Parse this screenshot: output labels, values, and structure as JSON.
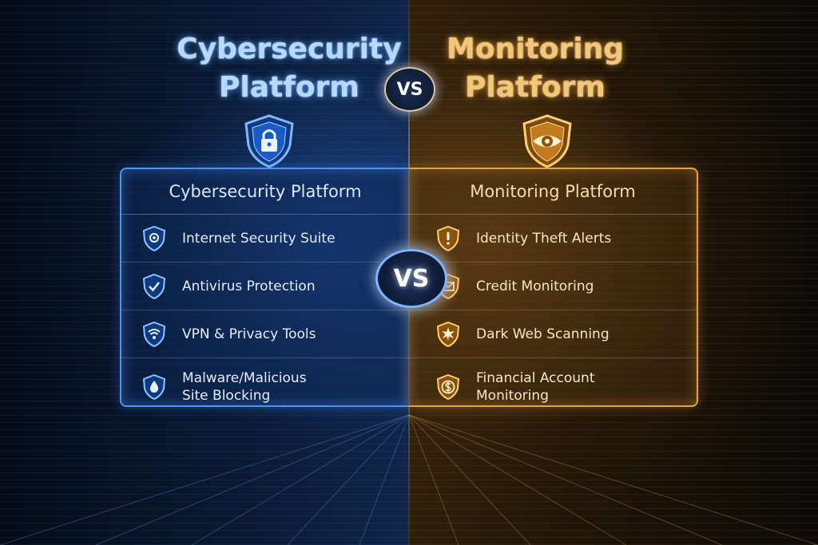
{
  "header": {
    "left_title_line1": "Cybersecurity",
    "left_title_line2": "Platform",
    "right_title_line1": "Monitoring",
    "right_title_line2": "Platform",
    "vs_label": "VS"
  },
  "left_panel": {
    "title": "Cybersecurity Platform",
    "accent_color": "#4f93f0",
    "items": [
      {
        "label": "Internet Security Suite",
        "icon": "gear-shield-icon"
      },
      {
        "label": "Antivirus Protection",
        "icon": "check-shield-icon"
      },
      {
        "label": "VPN & Privacy Tools",
        "icon": "wifi-shield-icon"
      },
      {
        "label": "Malware/Malicious\nSite Blocking",
        "icon": "drop-shield-icon"
      }
    ]
  },
  "right_panel": {
    "title": "Monitoring Platform",
    "accent_color": "#e2a44a",
    "items": [
      {
        "label": "Identity Theft Alerts",
        "icon": "alert-shield-icon"
      },
      {
        "label": "Credit Monitoring",
        "icon": "mail-shield-icon"
      },
      {
        "label": "Dark Web Scanning",
        "icon": "burst-shield-icon"
      },
      {
        "label": "Financial Account\nMonitoring",
        "icon": "dollar-shield-icon"
      }
    ]
  },
  "center": {
    "vs_label": "VS"
  }
}
